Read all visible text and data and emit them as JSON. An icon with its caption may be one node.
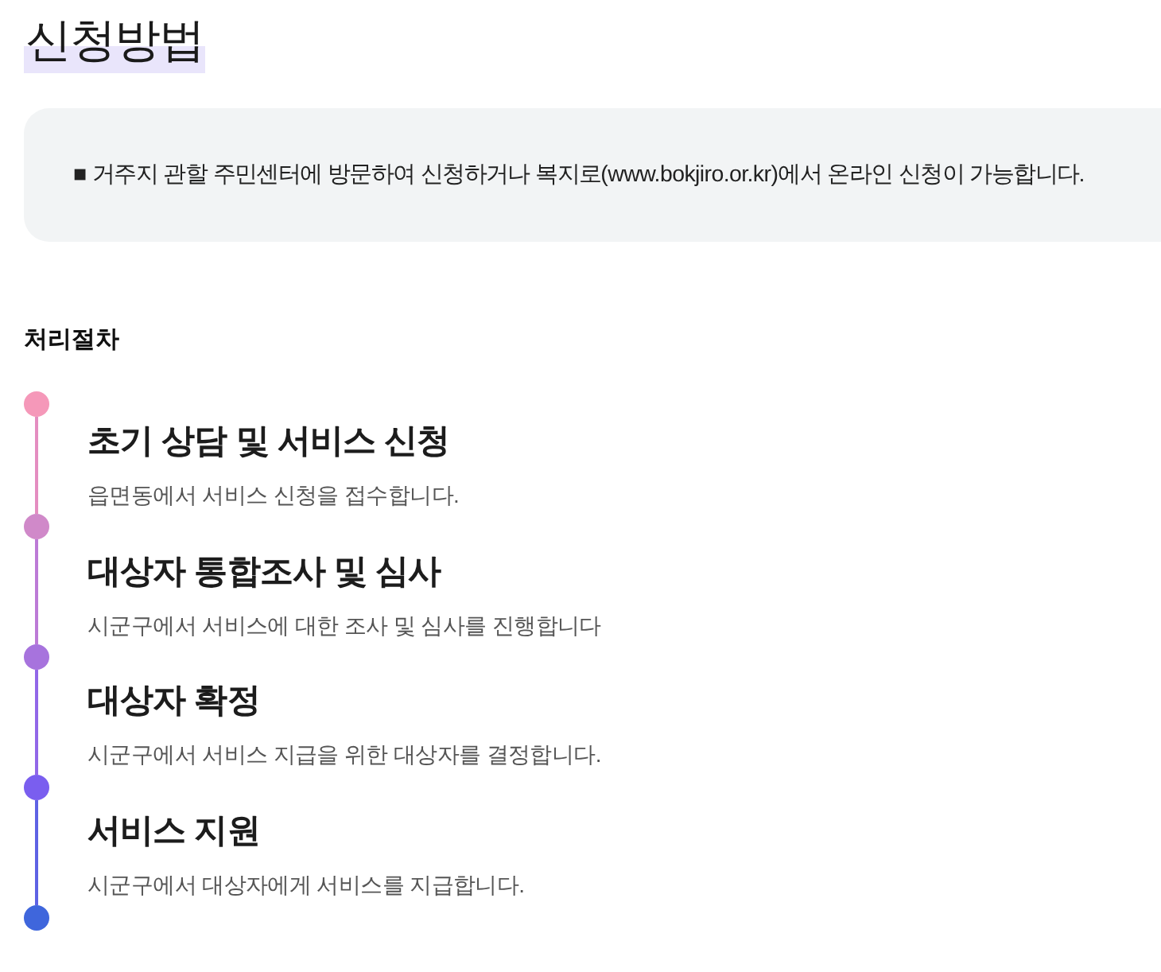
{
  "diagram": {
    "title": "신청방법",
    "nodes": [
      {
        "text": [
          "■ 거주지 관할 주민센터에 방문하여 신청하거나 복지로(www.bokjiro.or.kr)에서 온라인 신청이 가능합니다."
        ]
      },
      {
        "text": [],
        "shape": "circle",
        "beside": [
          "초기 상담 및 서비스 신청",
          "읍면동에서 서비스 신청을 접수합니다."
        ]
      },
      {
        "text": [],
        "shape": "circle",
        "beside": [
          "대상자 통합조사 및 심사",
          "시군구에서 서비스에 대한 조사 및 심사를 진행합니다"
        ]
      },
      {
        "text": [],
        "shape": "circle",
        "beside": [
          "대상자 확정",
          "시군구에서 서비스 지급을 위한 대상자를 결정합니다."
        ]
      },
      {
        "text": [],
        "shape": "circle",
        "beside": [
          "서비스 지원",
          "시군구에서 대상자에게 서비스를 지급합니다."
        ]
      },
      {
        "text": [],
        "shape": "circle"
      }
    ],
    "edges": [
      {
        "from": 1,
        "to": 2,
        "arrow": "none",
        "color": "#e48dc0"
      },
      {
        "from": 2,
        "to": 3,
        "arrow": "none",
        "color": "#bc7ad6"
      },
      {
        "from": 3,
        "to": 4,
        "arrow": "none",
        "color": "#9167e8"
      },
      {
        "from": 4,
        "to": 5,
        "arrow": "none",
        "color": "#5e62e4"
      }
    ],
    "labels": [
      "처리절차"
    ]
  }
}
